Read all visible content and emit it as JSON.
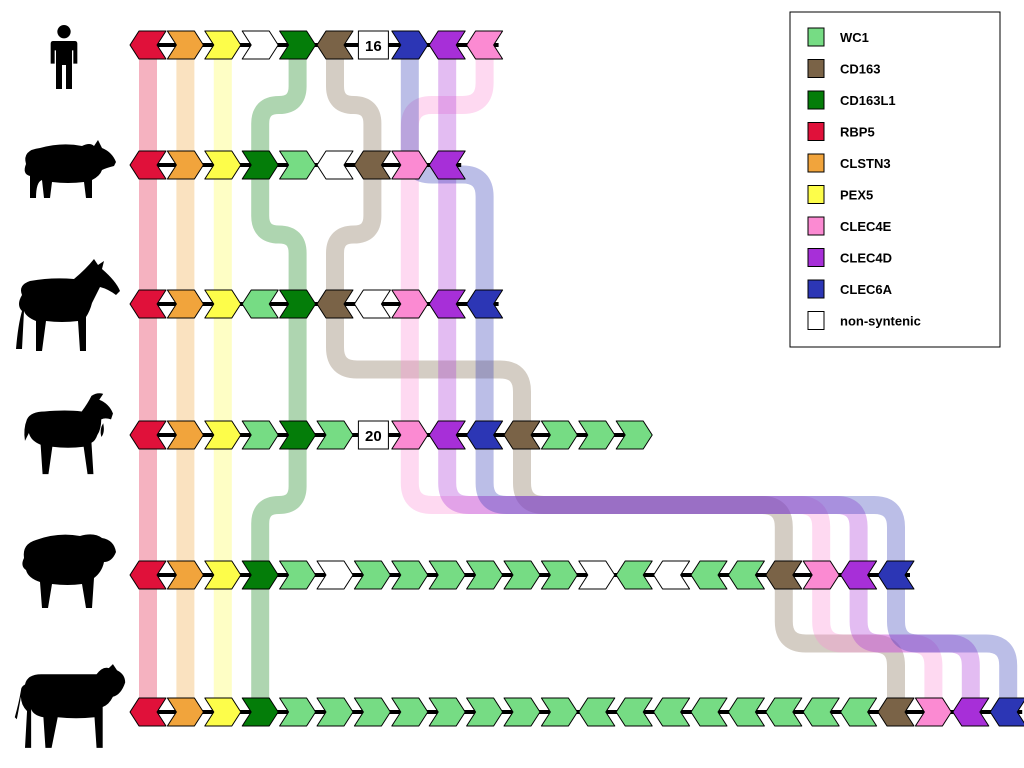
{
  "legend": [
    {
      "key": "WC1",
      "label": "WC1",
      "color": "#76dc84"
    },
    {
      "key": "CD163",
      "label": "CD163",
      "color": "#7a6347"
    },
    {
      "key": "CD163L1",
      "label": "CD163L1",
      "color": "#047d09"
    },
    {
      "key": "RBP5",
      "label": "RBP5",
      "color": "#e0113a"
    },
    {
      "key": "CLSTN3",
      "label": "CLSTN3",
      "color": "#f1a43c"
    },
    {
      "key": "PEX5",
      "label": "PEX5",
      "color": "#fdfd4a"
    },
    {
      "key": "CLEC4E",
      "label": "CLEC4E",
      "color": "#fb8ad2"
    },
    {
      "key": "CLEC4D",
      "label": "CLEC4D",
      "color": "#a72fd8"
    },
    {
      "key": "CLEC6A",
      "label": "CLEC6A",
      "color": "#2c36b5"
    },
    {
      "key": "non",
      "label": "non-syntenic",
      "color": "#ffffff"
    }
  ],
  "species": [
    {
      "name": "human",
      "icon": "human-silhouette-icon",
      "genes": [
        [
          "RBP5",
          "L"
        ],
        [
          "CLSTN3",
          "R"
        ],
        [
          "PEX5",
          "R"
        ],
        [
          "non",
          "R"
        ],
        [
          "CD163L1",
          "R"
        ],
        [
          "CD163",
          "L"
        ],
        [
          "BOX",
          "16"
        ],
        [
          "CLEC6A",
          "R"
        ],
        [
          "CLEC4D",
          "L"
        ],
        [
          "CLEC4E",
          "L"
        ]
      ]
    },
    {
      "name": "pig",
      "icon": "pig-silhouette-icon",
      "genes": [
        [
          "RBP5",
          "L"
        ],
        [
          "CLSTN3",
          "R"
        ],
        [
          "PEX5",
          "R"
        ],
        [
          "CD163L1",
          "R"
        ],
        [
          "WC1",
          "R"
        ],
        [
          "non",
          "L"
        ],
        [
          "CD163",
          "L"
        ],
        [
          "CLEC4E",
          "R"
        ],
        [
          "CLEC4D",
          "L"
        ]
      ]
    },
    {
      "name": "horse",
      "icon": "horse-silhouette-icon",
      "genes": [
        [
          "RBP5",
          "L"
        ],
        [
          "CLSTN3",
          "R"
        ],
        [
          "PEX5",
          "R"
        ],
        [
          "WC1",
          "L"
        ],
        [
          "CD163L1",
          "R"
        ],
        [
          "CD163",
          "L"
        ],
        [
          "non",
          "L"
        ],
        [
          "CLEC4E",
          "R"
        ],
        [
          "CLEC4D",
          "L"
        ],
        [
          "CLEC6A",
          "L"
        ]
      ]
    },
    {
      "name": "goat",
      "icon": "goat-silhouette-icon",
      "genes": [
        [
          "RBP5",
          "L"
        ],
        [
          "CLSTN3",
          "R"
        ],
        [
          "PEX5",
          "R"
        ],
        [
          "WC1",
          "R"
        ],
        [
          "CD163L1",
          "R"
        ],
        [
          "WC1",
          "R"
        ],
        [
          "BOX",
          "20"
        ],
        [
          "CLEC4E",
          "R"
        ],
        [
          "CLEC4D",
          "L"
        ],
        [
          "CLEC6A",
          "L"
        ],
        [
          "CD163",
          "L"
        ],
        [
          "WC1",
          "R"
        ],
        [
          "WC1",
          "R"
        ],
        [
          "WC1",
          "R"
        ]
      ]
    },
    {
      "name": "sheep",
      "icon": "sheep-silhouette-icon",
      "genes": [
        [
          "RBP5",
          "L"
        ],
        [
          "CLSTN3",
          "R"
        ],
        [
          "PEX5",
          "R"
        ],
        [
          "CD163L1",
          "R"
        ],
        [
          "WC1",
          "R"
        ],
        [
          "non",
          "R"
        ],
        [
          "WC1",
          "R"
        ],
        [
          "WC1",
          "R"
        ],
        [
          "WC1",
          "R"
        ],
        [
          "WC1",
          "R"
        ],
        [
          "WC1",
          "R"
        ],
        [
          "WC1",
          "R"
        ],
        [
          "non",
          "R"
        ],
        [
          "WC1",
          "L"
        ],
        [
          "non",
          "L"
        ],
        [
          "WC1",
          "L"
        ],
        [
          "WC1",
          "L"
        ],
        [
          "CD163",
          "L"
        ],
        [
          "CLEC4E",
          "R"
        ],
        [
          "CLEC4D",
          "L"
        ],
        [
          "CLEC6A",
          "L"
        ]
      ]
    },
    {
      "name": "cow",
      "icon": "cow-silhouette-icon",
      "genes": [
        [
          "RBP5",
          "L"
        ],
        [
          "CLSTN3",
          "R"
        ],
        [
          "PEX5",
          "R"
        ],
        [
          "CD163L1",
          "R"
        ],
        [
          "WC1",
          "R"
        ],
        [
          "WC1",
          "R"
        ],
        [
          "WC1",
          "R"
        ],
        [
          "WC1",
          "R"
        ],
        [
          "WC1",
          "R"
        ],
        [
          "WC1",
          "R"
        ],
        [
          "WC1",
          "R"
        ],
        [
          "WC1",
          "R"
        ],
        [
          "WC1",
          "L"
        ],
        [
          "WC1",
          "L"
        ],
        [
          "WC1",
          "L"
        ],
        [
          "WC1",
          "L"
        ],
        [
          "WC1",
          "L"
        ],
        [
          "WC1",
          "L"
        ],
        [
          "WC1",
          "L"
        ],
        [
          "WC1",
          "L"
        ],
        [
          "CD163",
          "L"
        ],
        [
          "CLEC4E",
          "R"
        ],
        [
          "CLEC4D",
          "L"
        ],
        [
          "CLEC6A",
          "L"
        ]
      ]
    }
  ],
  "links": [
    {
      "gene": "RBP5",
      "pos": [
        [
          0,
          0
        ],
        [
          1,
          0
        ],
        [
          2,
          0
        ],
        [
          3,
          0
        ],
        [
          4,
          0
        ],
        [
          5,
          0
        ]
      ]
    },
    {
      "gene": "CLSTN3",
      "pos": [
        [
          0,
          1
        ],
        [
          1,
          1
        ],
        [
          2,
          1
        ],
        [
          3,
          1
        ],
        [
          4,
          1
        ],
        [
          5,
          1
        ]
      ]
    },
    {
      "gene": "PEX5",
      "pos": [
        [
          0,
          2
        ],
        [
          1,
          2
        ],
        [
          2,
          2
        ],
        [
          3,
          2
        ],
        [
          4,
          2
        ],
        [
          5,
          2
        ]
      ]
    },
    {
      "gene": "CD163L1",
      "pos": [
        [
          0,
          4
        ],
        [
          1,
          3
        ],
        [
          2,
          4
        ],
        [
          3,
          4
        ],
        [
          4,
          3
        ],
        [
          5,
          3
        ]
      ]
    },
    {
      "gene": "CD163",
      "pos": [
        [
          0,
          5
        ],
        [
          1,
          6
        ],
        [
          2,
          5
        ],
        [
          3,
          10
        ],
        [
          4,
          17
        ],
        [
          5,
          20
        ]
      ]
    },
    {
      "gene": "CLEC4E",
      "pos": [
        [
          0,
          9
        ],
        [
          1,
          7
        ],
        [
          2,
          7
        ],
        [
          3,
          7
        ],
        [
          4,
          18
        ],
        [
          5,
          21
        ]
      ]
    },
    {
      "gene": "CLEC4D",
      "pos": [
        [
          0,
          8
        ],
        [
          1,
          8
        ],
        [
          2,
          8
        ],
        [
          3,
          8
        ],
        [
          4,
          19
        ],
        [
          5,
          22
        ]
      ]
    },
    {
      "gene": "CLEC6A",
      "pos": [
        [
          0,
          7
        ],
        [
          2,
          9
        ],
        [
          3,
          9
        ],
        [
          4,
          20
        ],
        [
          5,
          23
        ]
      ]
    }
  ]
}
